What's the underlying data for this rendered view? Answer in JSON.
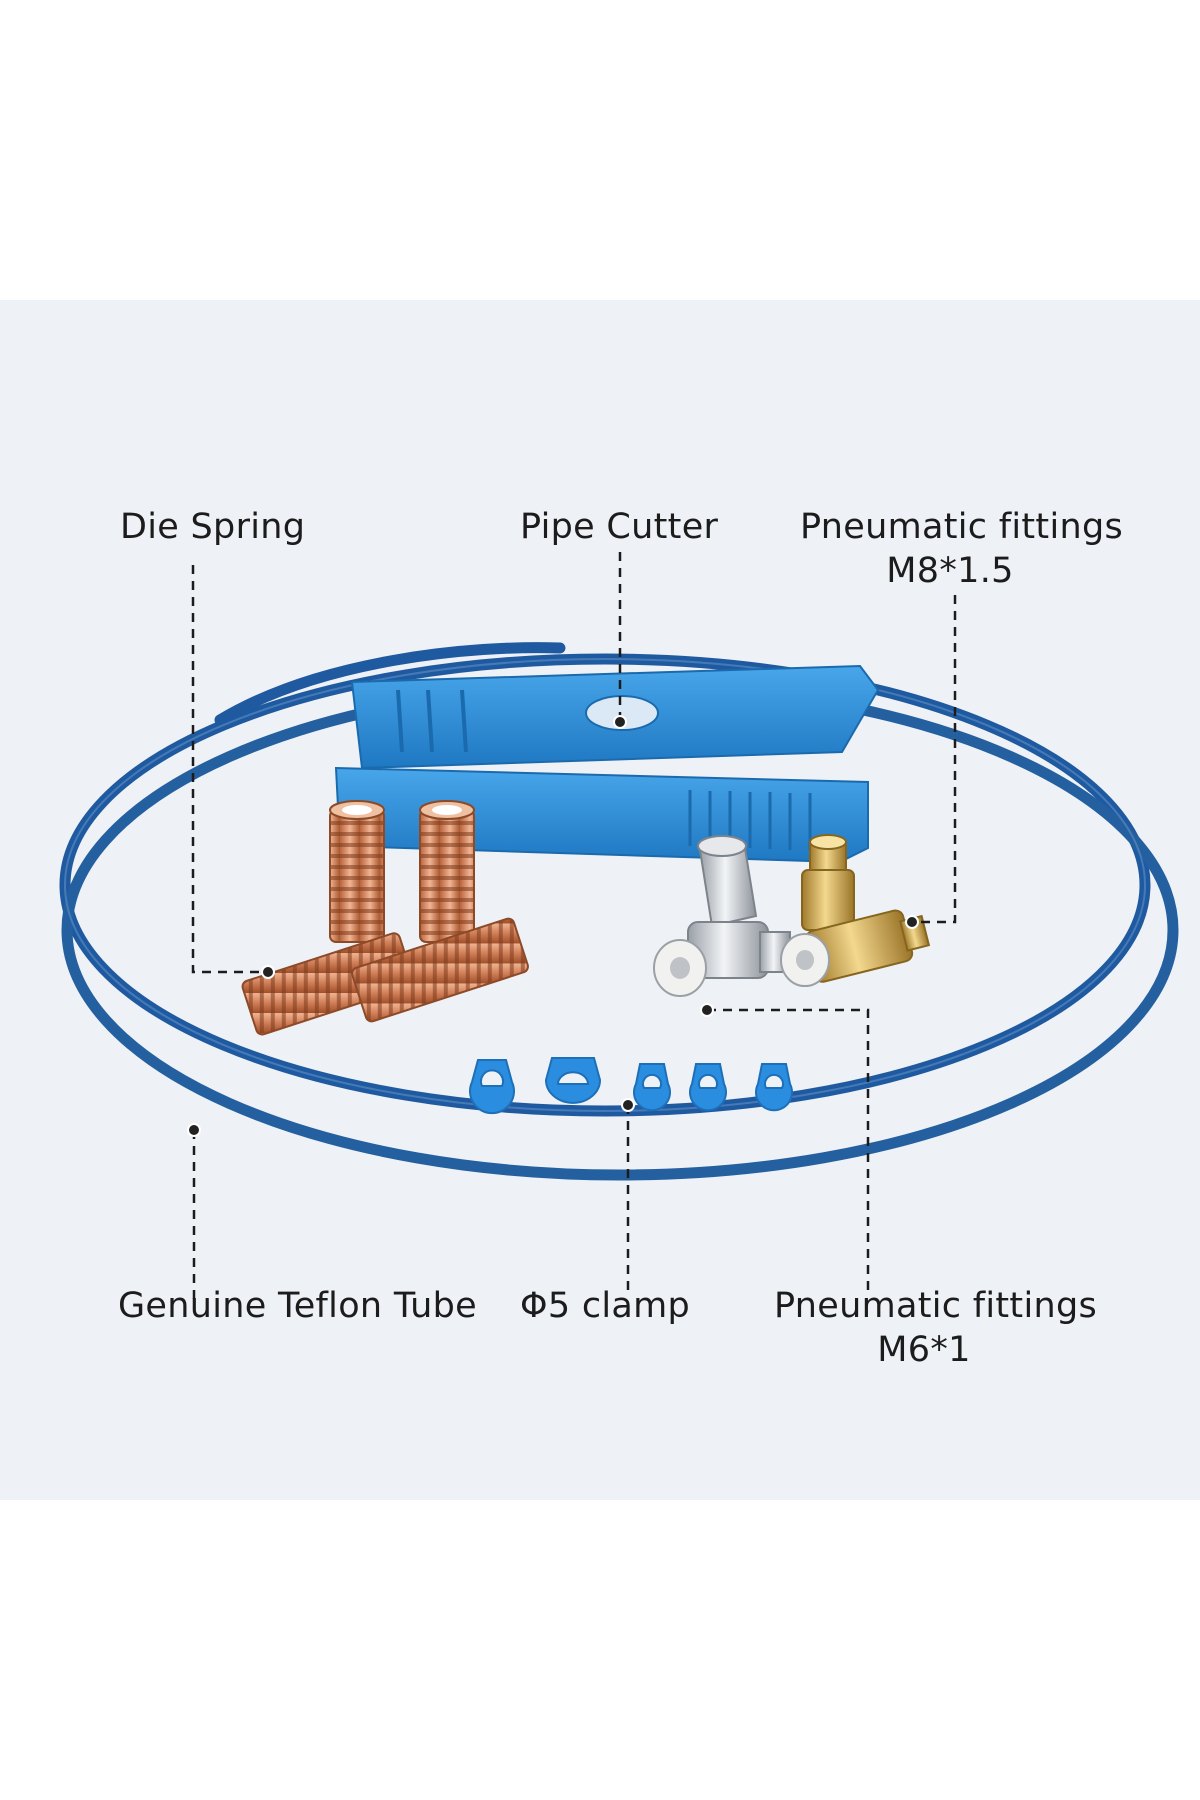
{
  "labels": {
    "die_spring": "Die Spring",
    "pipe_cutter": "Pipe Cutter",
    "fittings_m8": {
      "line1": "Pneumatic fittings",
      "line2": "M8*1.5"
    },
    "teflon_tube": "Genuine Teflon Tube",
    "clamp": "Φ5 clamp",
    "fittings_m6": {
      "line1": "Pneumatic fittings",
      "line2": "M6*1"
    }
  },
  "colors": {
    "panel_background": "#eef1f6",
    "tube": "#1f5aa0",
    "cutter": "#2e8fd6",
    "spring": "#d58a63",
    "brass": "#c9a04a",
    "chrome": "#c8ccd2",
    "clamp": "#2b8de0",
    "leader_line": "#1c1c1c"
  },
  "icons": [
    "teflon-tube",
    "pipe-cutter",
    "die-spring",
    "pneumatic-fitting-brass",
    "pneumatic-fitting-chrome",
    "tube-clamp"
  ]
}
